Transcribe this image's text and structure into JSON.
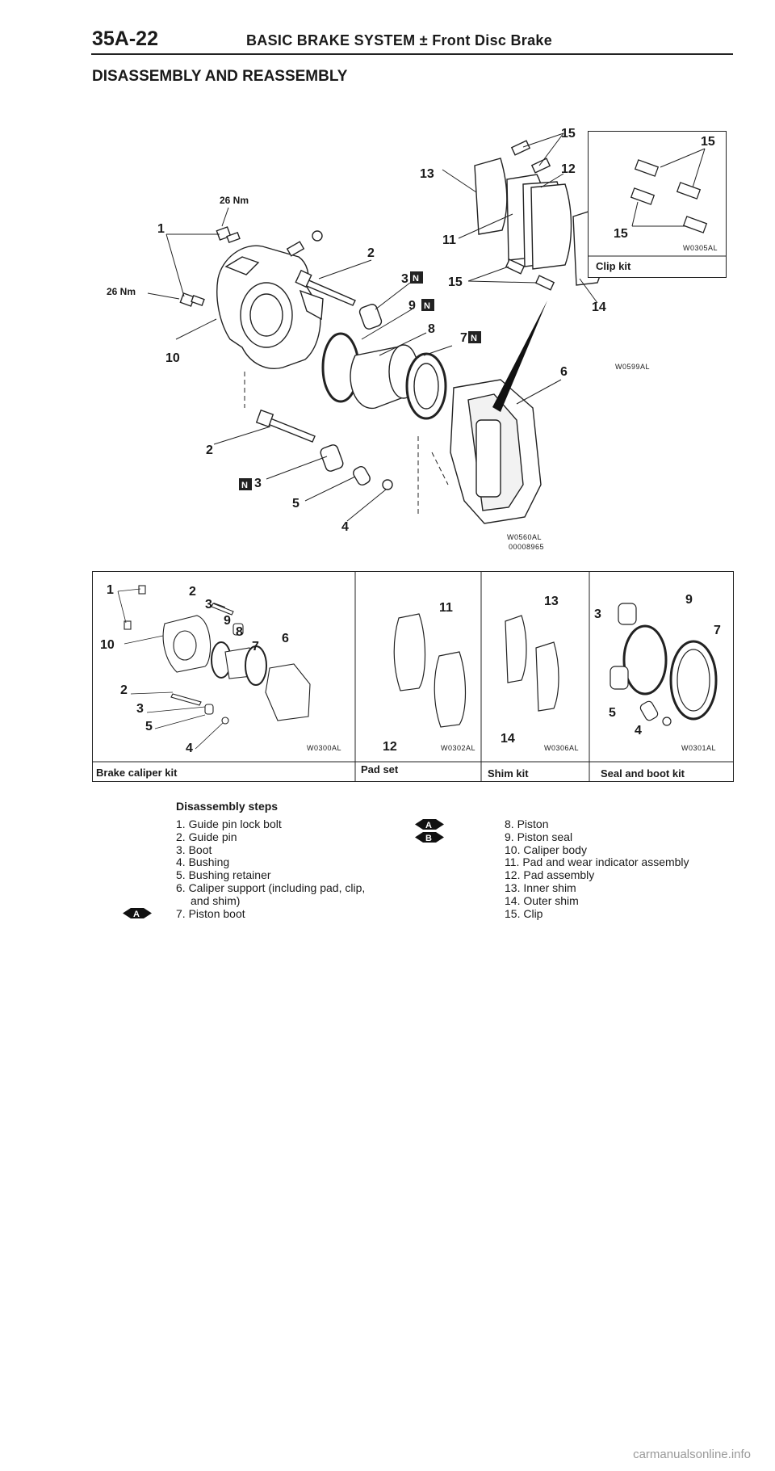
{
  "header": {
    "page_number": "35A-22",
    "title": "BASIC BRAKE SYSTEM ± Front Disc Brake"
  },
  "section_title": "DISASSEMBLY AND REASSEMBLY",
  "main_figure": {
    "callouts": [
      "1",
      "2",
      "3",
      "4",
      "5",
      "6",
      "7",
      "8",
      "9",
      "10",
      "11",
      "12",
      "13",
      "14",
      "15"
    ],
    "torque_label": "26 Nm",
    "new_part_mark": "N",
    "codes": [
      "W0599AL",
      "W0560AL",
      "00008965"
    ],
    "clip_kit": {
      "label": "Clip kit",
      "code": "W0305AL",
      "callout": "15"
    }
  },
  "kits": [
    {
      "label": "Brake caliper kit",
      "code": "W0300AL"
    },
    {
      "label": "Pad set",
      "code": "W0302AL"
    },
    {
      "label": "Shim kit",
      "code": "W0306AL"
    },
    {
      "label": "Seal and boot kit",
      "code": "W0301AL"
    }
  ],
  "disassembly": {
    "title": "Disassembly steps",
    "left_steps": [
      "1. Guide pin lock bolt",
      "2. Guide pin",
      "3. Boot",
      "4. Bushing",
      "5. Bushing retainer",
      "6. Caliper support (including pad, clip,",
      "and shim)",
      "7. Piston boot"
    ],
    "right_steps": [
      "8. Piston",
      "9. Piston seal",
      "10. Caliper body",
      "11. Pad and wear indicator assembly",
      "12. Pad assembly",
      "13. Inner shim",
      "14. Outer shim",
      "15. Clip"
    ],
    "marks": {
      "a": "A",
      "b": "B"
    }
  },
  "watermark": "carmanualsonline.info"
}
